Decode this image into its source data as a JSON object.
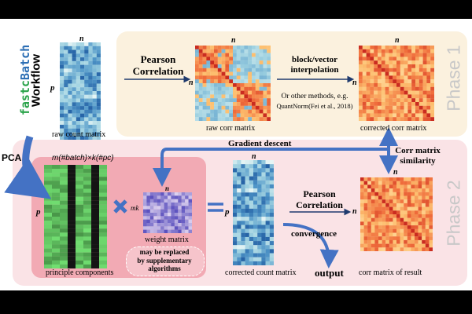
{
  "title": {
    "part1": "fastc",
    "part2": "Batch",
    "part3": "Workflow"
  },
  "phase1": {
    "name": "Phase 1",
    "pearson_label_1": "Pearson",
    "pearson_label_2": "Correlation",
    "interp_label_1": "block/vector",
    "interp_label_2": "interpolation",
    "other_methods_1": "Or other methods, e.g.",
    "other_methods_2": "QuantNorm(Fei et al., 2018)",
    "raw_corr_caption": "raw corr matrix",
    "corrected_corr_caption": "corrected corr matrix"
  },
  "raw_count": {
    "caption": "raw count matrix",
    "n_label": "n",
    "p_label": "p"
  },
  "phase2": {
    "name": "Phase 2",
    "gradient_descent": "Gradient descent",
    "similarity_1": "Corr matrix",
    "similarity_2": "similarity",
    "pca": "PCA",
    "pc_formula": "m(#batch)×k(#pc)",
    "pc_caption": "principle components",
    "p_label": "p",
    "mk_label": "mk",
    "weight_caption": "weight matrix",
    "replace_note_1": "may be replaced",
    "replace_note_2": "by supplementary",
    "replace_note_3": "algorithms",
    "corrected_count_caption": "corrected count matrix",
    "pearson_label_1": "Pearson",
    "pearson_label_2": "Correlation",
    "convergence": "convergence",
    "output": "output",
    "result_caption": "corr matrix of result",
    "n_label": "n"
  },
  "colors": {
    "phase1_bg": "#fbf1de",
    "phase2_bg": "#fae3e6",
    "pca_box": "#f2aab4",
    "arrow_blue": "#4472c4",
    "title_green": "#2aa34a",
    "title_blue": "#2d6fb5",
    "grid_green": "#7fd07a",
    "grid_purple": "#6a62c8",
    "heat_warm": "#d7301f",
    "heat_cool": "#2c7fb8"
  }
}
